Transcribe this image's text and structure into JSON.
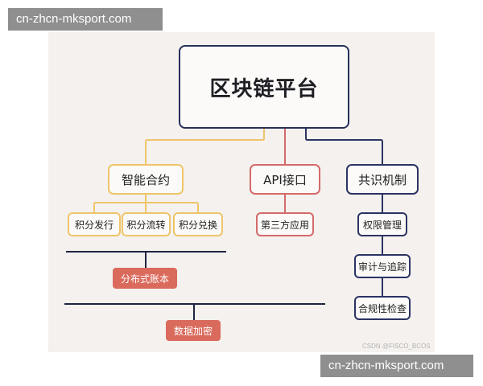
{
  "banner_top": "cn-zhcn-mksport.com",
  "banner_bottom": "cn-zhcn-mksport.com",
  "root": "区块链平台",
  "branches": {
    "smart_contract": {
      "label": "智能合约",
      "children": [
        "积分发行",
        "积分流转",
        "积分兑换"
      ]
    },
    "api": {
      "label": "API接口",
      "children": [
        "第三方应用"
      ]
    },
    "consensus": {
      "label": "共识机制",
      "children": [
        "权限管理",
        "审计与追踪",
        "合规性检查"
      ]
    }
  },
  "layers": [
    "分布式账本",
    "数据加密"
  ],
  "watermark": "CSDN @FISCO_BCOS",
  "colors": {
    "background": "#f4f1ee",
    "root_border": "#26305a",
    "yellow_border": "#efc46a",
    "red_border": "#d46a6a",
    "navy_border": "#2b3463",
    "pill": "#da6a5c",
    "banner": "#8f8f8f"
  }
}
